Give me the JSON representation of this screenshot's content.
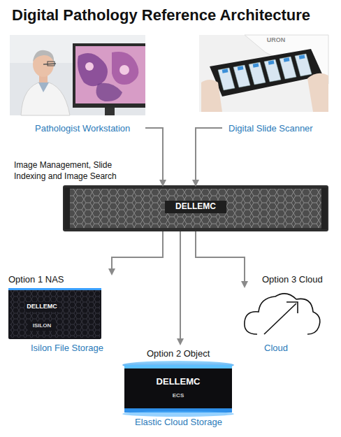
{
  "diagram": {
    "title": "Digital Pathology Reference Architecture",
    "nodes": [
      {
        "text": [
          "Pathologist Workstation"
        ]
      },
      {
        "text": [
          "Digital Slide Scanner"
        ]
      },
      {
        "text": [
          "Image Management, Slide Indexing and Image Search"
        ]
      },
      {
        "text": [
          "Option 1 NAS",
          "Isilon File Storage"
        ]
      },
      {
        "text": [
          "Option 2 Object",
          "Elastic Cloud Storage"
        ]
      },
      {
        "text": [
          "Option 3 Cloud",
          "Cloud"
        ]
      }
    ],
    "edges": [
      {
        "from": 0,
        "to": 2,
        "arrow": "to"
      },
      {
        "from": 1,
        "to": 2,
        "arrow": "to"
      },
      {
        "from": 2,
        "to": 3,
        "arrow": "to"
      },
      {
        "from": 2,
        "to": 4,
        "arrow": "to"
      },
      {
        "from": 2,
        "to": 5,
        "arrow": "to"
      }
    ],
    "labels": [
      "URON",
      "DELLEMC",
      "DELLEMC",
      "ISILON",
      "DELLEMC",
      "ECS"
    ]
  }
}
